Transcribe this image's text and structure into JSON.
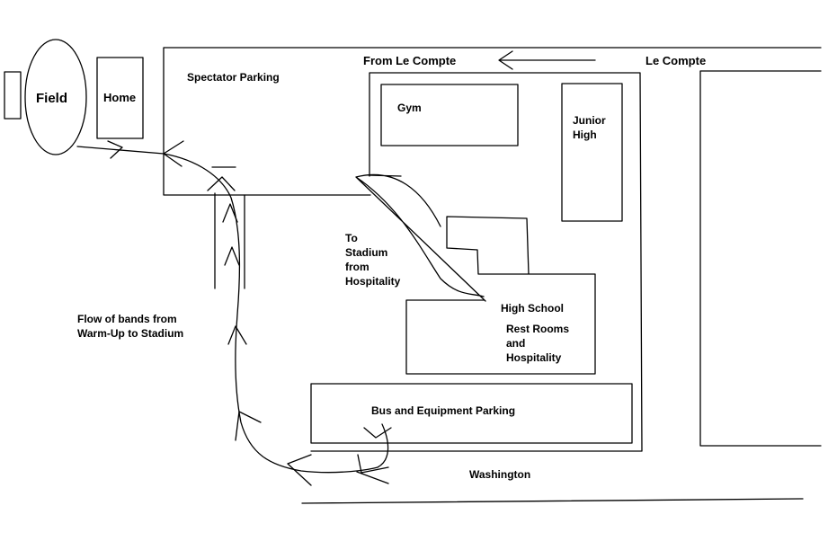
{
  "labels": {
    "field": "Field",
    "home": "Home",
    "spectator_parking": "Spectator Parking",
    "from_le_compte": "From Le Compte",
    "le_compte": "Le Compte",
    "gym": "Gym",
    "junior_high_line1": "Junior",
    "junior_high_line2": "High",
    "to_stadium_line1": "To",
    "to_stadium_line2": "Stadium",
    "to_stadium_line3": "from",
    "to_stadium_line4": "Hospitality",
    "high_school": "High School",
    "rest_rooms_line1": "Rest Rooms",
    "rest_rooms_line2": "and",
    "rest_rooms_line3": "Hospitality",
    "flow_line1": "Flow of bands from",
    "flow_line2": "Warm-Up to Stadium",
    "bus_parking": "Bus and Equipment Parking",
    "washington": "Washington"
  },
  "colors": {
    "ink": "#000000",
    "background": "#ffffff"
  }
}
